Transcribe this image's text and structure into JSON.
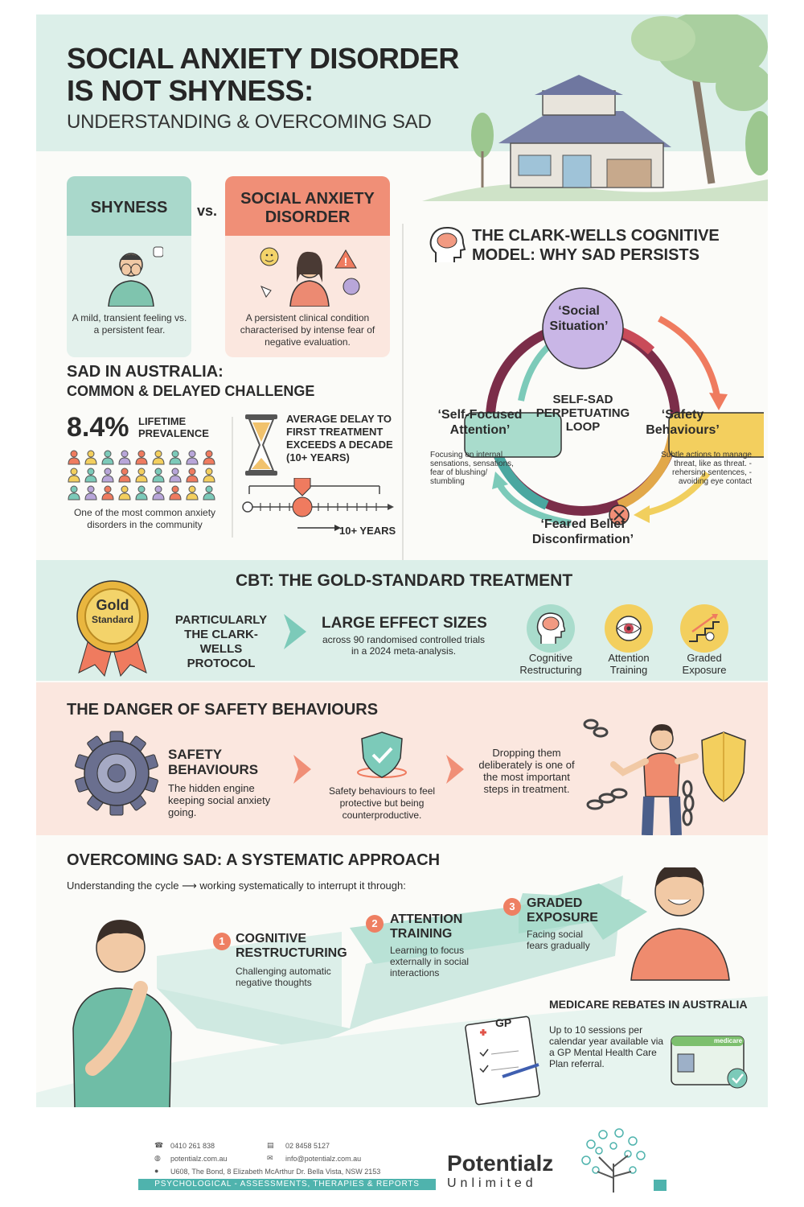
{
  "header": {
    "title_line1": "SOCIAL ANXIETY DISORDER",
    "title_line2": "IS NOT SHYNESS:",
    "subtitle": "UNDERSTANDING & OVERCOMING SAD"
  },
  "comparison": {
    "shyness_title": "SHYNESS",
    "vs": "vs.",
    "sad_title": "SOCIAL ANXIETY DISORDER",
    "shyness_desc": "A mild, transient feeling vs. a persistent fear.",
    "sad_desc": "A persistent clinical condition characterised by intense fear of negative evaluation."
  },
  "australia": {
    "heading1": "SAD IN AUSTRALIA:",
    "heading2": "COMMON & DELAYED CHALLENGE",
    "prevalence_value": "8.4%",
    "prevalence_label": "LIFETIME PREVALENCE",
    "prevalence_desc": "One of the most common anxiety disorders in the community",
    "delay_text": "AVERAGE DELAY TO FIRST TREATMENT EXCEEDS A DECADE (10+ YEARS)",
    "years_label": "10+ YEARS"
  },
  "clark_wells": {
    "title1": "THE CLARK-WELLS COGNITIVE",
    "title2": "MODEL: WHY SAD PERSISTS",
    "node_social": "‘Social Situation’",
    "node_center": "SELF-SAD PERPETUATING LOOP",
    "node_self": "‘Self-Focused Attention’",
    "node_safety": "‘Safety Behaviours’",
    "node_feared": "‘Feared Belief Disconfirmation’",
    "self_desc": "Focusing on internal sensations, sensations, fear of blushing/ stumbling",
    "safety_desc": "Subtle actions to manage threat, like as threat. - rehersing sentences, - avoiding eye contact"
  },
  "cbt": {
    "title": "CBT: THE GOLD-STANDARD TREATMENT",
    "medal_line1": "Gold",
    "medal_line2": "Standard",
    "particular": "PARTICULARLY THE CLARK-WELLS PROTOCOL",
    "large_title": "LARGE EFFECT SIZES",
    "large_desc": "across 90 randomised controlled trials in a 2024 meta-analysis.",
    "icons": [
      {
        "label": "Cognitive Restructuring",
        "icon": "brain-icon"
      },
      {
        "label": "Attention Training",
        "icon": "eye-icon"
      },
      {
        "label": "Graded Exposure",
        "icon": "steps-icon"
      }
    ]
  },
  "safety": {
    "title": "THE DANGER OF SAFETY BEHAVIOURS",
    "heading": "SAFETY BEHAVIOURS",
    "desc": "The hidden engine keeping social anxiety going.",
    "middle": "Safety behaviours to feel protective but being counterproductive.",
    "right": "Dropping them deliberately is one of the most important steps in treatment."
  },
  "overcoming": {
    "title": "OVERCOMING SAD: A SYSTEMATIC APPROACH",
    "sub_left": "Understanding the cycle",
    "sub_right": "working systematically to interrupt it through:",
    "steps": [
      {
        "num": "1",
        "title": "COGNITIVE RESTRUCTURING",
        "desc": "Challenging automatic negative thoughts"
      },
      {
        "num": "2",
        "title": "ATTENTION TRAINING",
        "desc": "Learning to focus externally in social interactions"
      },
      {
        "num": "3",
        "title": "GRADED EXPOSURE",
        "desc": "Facing social fears gradually"
      }
    ],
    "medicare_title": "MEDICARE REBATES IN AUSTRALIA",
    "medicare_desc": "Up to 10 sessions per calendar year available via a GP Mental Health Care Plan referral.",
    "gp_label": "GP",
    "card_label": "medicare"
  },
  "footer": {
    "phone": "0410  261 838",
    "fax": "02 8458 5127",
    "web": "potentialz.com.au",
    "email": "info@potentialz.com.au",
    "address": "U608, The Bond, 8 Elizabeth McArthur Dr. Bella Vista, NSW 2153",
    "tagline": "PSYCHOLOGICAL - ASSESSMENTS, THERAPIES & REPORTS",
    "brand": "Potentialz",
    "brand_sub": "Unlimited"
  },
  "colors": {
    "mint": "#dcefe9",
    "teal": "#a9d8cb",
    "coral": "#f08f77",
    "peach": "#fbe7df",
    "purple": "#c9b6e6",
    "gold": "#f3cf5e",
    "brand_teal": "#4fb3ad"
  }
}
